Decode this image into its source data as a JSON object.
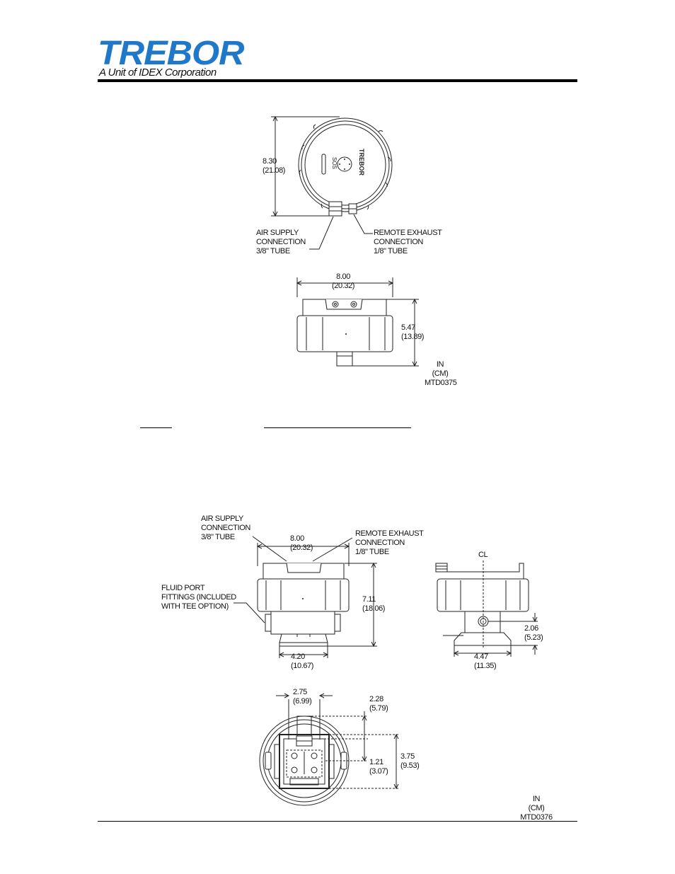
{
  "header": {
    "logo_text": "TREBOR",
    "logo_subtitle": "A Unit of IDEX Corporation",
    "brand_color": "#1f78c8"
  },
  "figure1": {
    "top_view_height_label": "8.30\n(21.08)",
    "air_supply_label": "AIR SUPPLY\nCONNECTION\n3/8\" TUBE",
    "remote_exhaust_label": "REMOTE EXHAUST\nCONNECTION\n1/8\" TUBE",
    "front_width_label": "8.00\n(20.32)",
    "front_height_label": "5.47\n(13.89)",
    "units_label": "IN\n(CM)\nMTD0375"
  },
  "figure2": {
    "air_supply_label": "AIR SUPPLY\nCONNECTION\n3/8\" TUBE",
    "width_label": "8.00\n(20.32)",
    "remote_exhaust_label": "REMOTE EXHAUST\nCONNECTION\n1/8\" TUBE",
    "fluid_port_label": "FLUID PORT\nFITTINGS (INCLUDED\nWITH TEE OPTION)",
    "height_label": "7.11\n(18.06)",
    "base_width_label": "4.20\n(10.67)",
    "centerline_label": "CL",
    "side_port_height_label": "2.06\n(5.23)",
    "side_base_label": "4.47\n(11.35)",
    "bottom_spacing_label": "2.75\n(6.99)",
    "bottom_dim1_label": "2.28\n(5.79)",
    "bottom_dim2_label": "3.75\n(9.53)",
    "bottom_dim3_label": "1.21\n(3.07)",
    "units_label": "IN\n(CM)\nMTD0376"
  }
}
